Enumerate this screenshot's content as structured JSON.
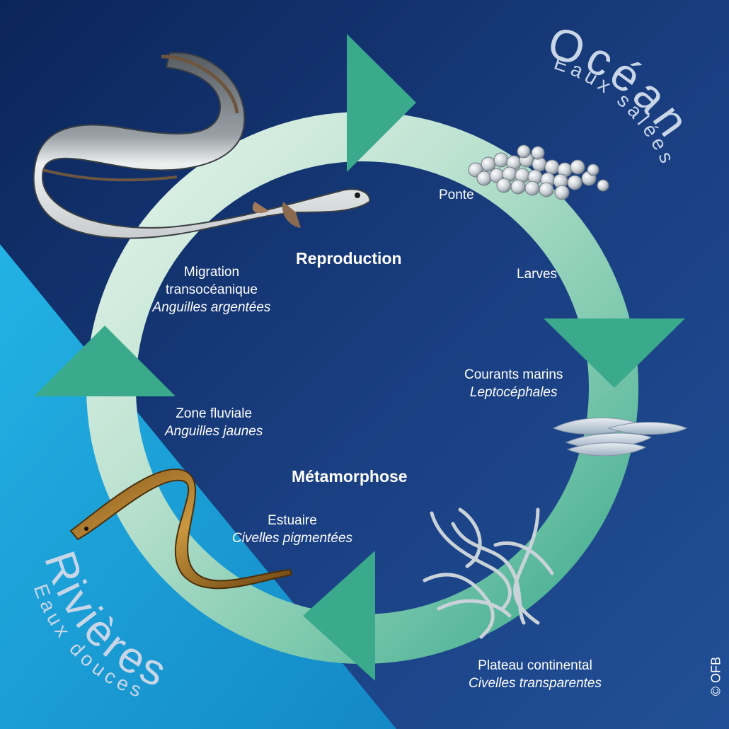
{
  "zones": {
    "ocean": {
      "title": "Océan",
      "subtitle": "Eaux salées"
    },
    "rivers": {
      "title": "Rivières",
      "subtitle": "Eaux douces"
    }
  },
  "stages": {
    "reproduction": "Reproduction",
    "metamorphose": "Métamorphose"
  },
  "steps": [
    {
      "id": "ponte",
      "label": "Ponte",
      "sublabel": ""
    },
    {
      "id": "larves",
      "label": "Larves",
      "sublabel": ""
    },
    {
      "id": "courants",
      "label": "Courants marins",
      "sublabel": "Leptocéphales"
    },
    {
      "id": "plateau",
      "label": "Plateau continental",
      "sublabel": "Civelles transparentes"
    },
    {
      "id": "estuaire",
      "label": "Estuaire",
      "sublabel": "Civelles pigmentées"
    },
    {
      "id": "fluviale",
      "label": "Zone fluviale",
      "sublabel": "Anguilles jaunes"
    },
    {
      "id": "migration",
      "label": "Migration transocéanique",
      "sublabel": "Anguilles argentées"
    }
  ],
  "copyright": "© OFB",
  "colors": {
    "ocean_dark": "#0b2559",
    "ocean_mid": "#1f4e95",
    "river_light": "#1ea8dc",
    "river_mid": "#1690cc",
    "ring_light": "#e3f1e8",
    "ring_teal": "#3aa98c",
    "arrow_teal": "#3aa98c"
  }
}
